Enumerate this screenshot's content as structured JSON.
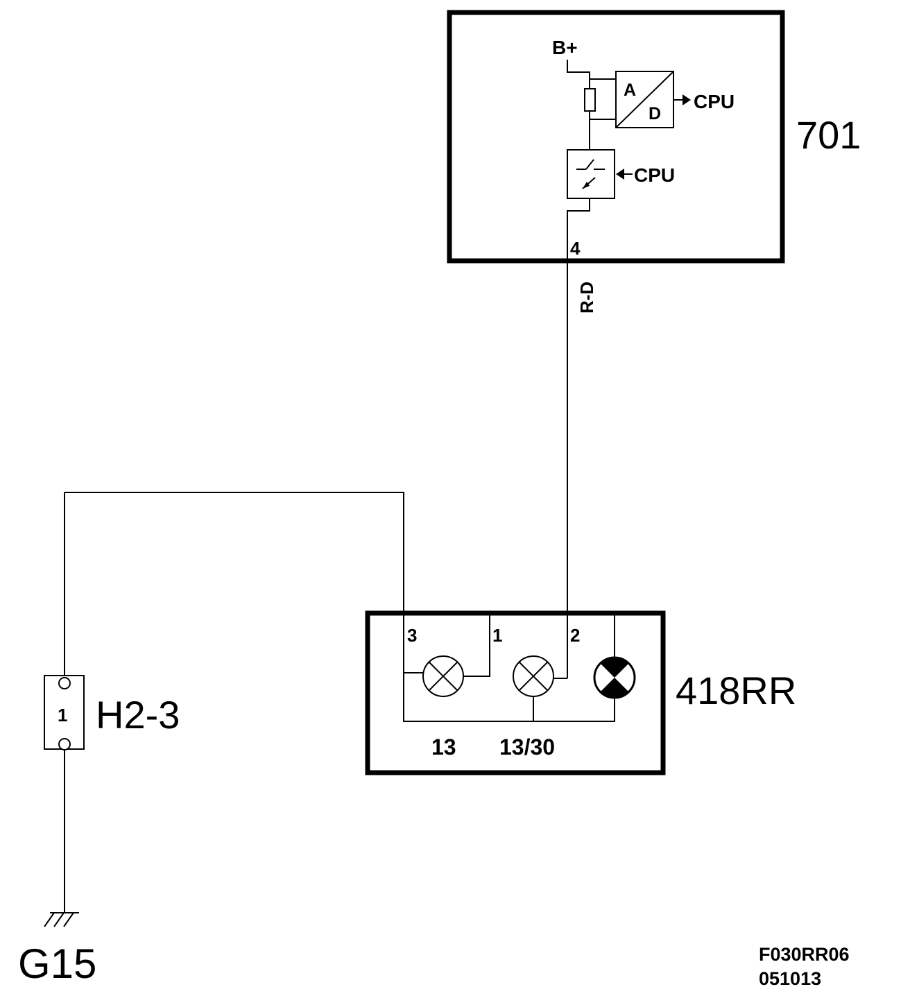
{
  "components": {
    "module": {
      "id": "701",
      "supply": "B+",
      "adc_top": "A",
      "adc_bottom": "D",
      "adc_output": "CPU",
      "driver_input": "CPU",
      "pin": "4"
    },
    "wire": {
      "color_code": "R-D"
    },
    "lamp_unit": {
      "id": "418RR",
      "pins": [
        "3",
        "1",
        "2"
      ],
      "bottom_pins": [
        "13",
        "13/30"
      ]
    },
    "connector": {
      "id": "H2-3",
      "pin": "1"
    },
    "ground": {
      "id": "G15"
    }
  },
  "footer": {
    "drawing_code": "F030RR06",
    "date_code": "051013"
  },
  "colors": {
    "line": "#000000",
    "background": "#ffffff"
  }
}
